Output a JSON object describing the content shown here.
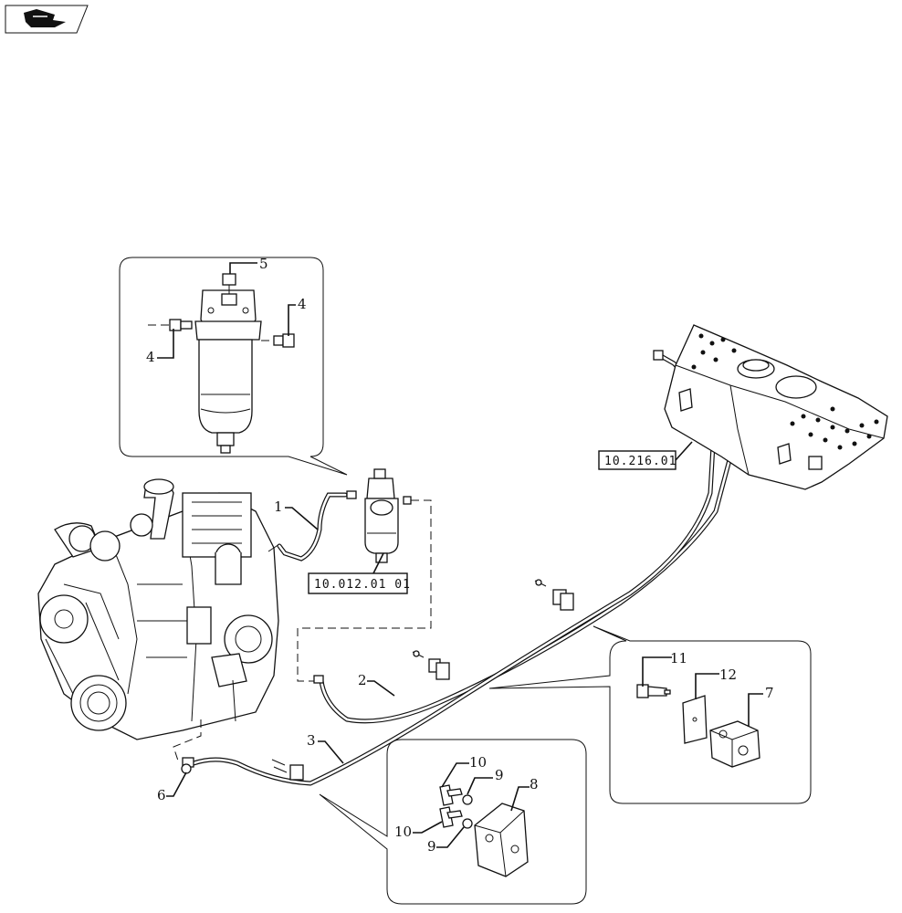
{
  "callouts": {
    "c1": "1",
    "c2": "2",
    "c3": "3",
    "c4a": "4",
    "c4b": "4",
    "c5": "5",
    "c6": "6",
    "c7": "7",
    "c8": "8",
    "c9a": "9",
    "c9b": "9",
    "c10a": "10",
    "c10b": "10",
    "c11": "11",
    "c12": "12"
  },
  "references": {
    "filter_ref": "10.012.01 01",
    "tank_ref": "10.216.01"
  },
  "icons": {
    "corner": "book-page-icon"
  }
}
